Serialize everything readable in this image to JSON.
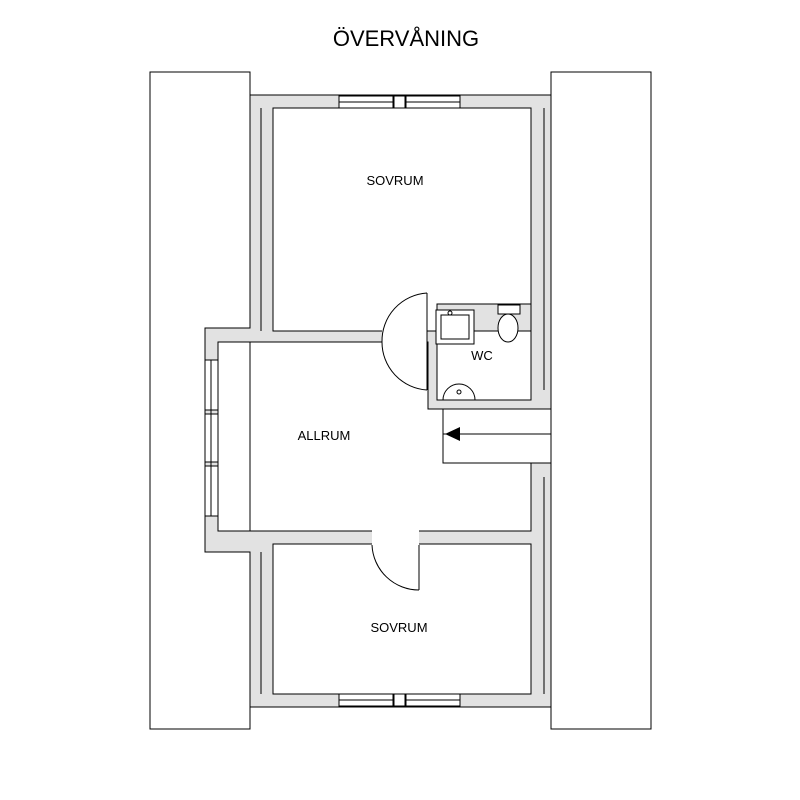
{
  "title": "ÖVERVÅNING",
  "rooms": {
    "bedroom_top": "SOVRUM",
    "wc": "WC",
    "living": "ALLRUM",
    "bedroom_bottom": "SOVRUM"
  }
}
